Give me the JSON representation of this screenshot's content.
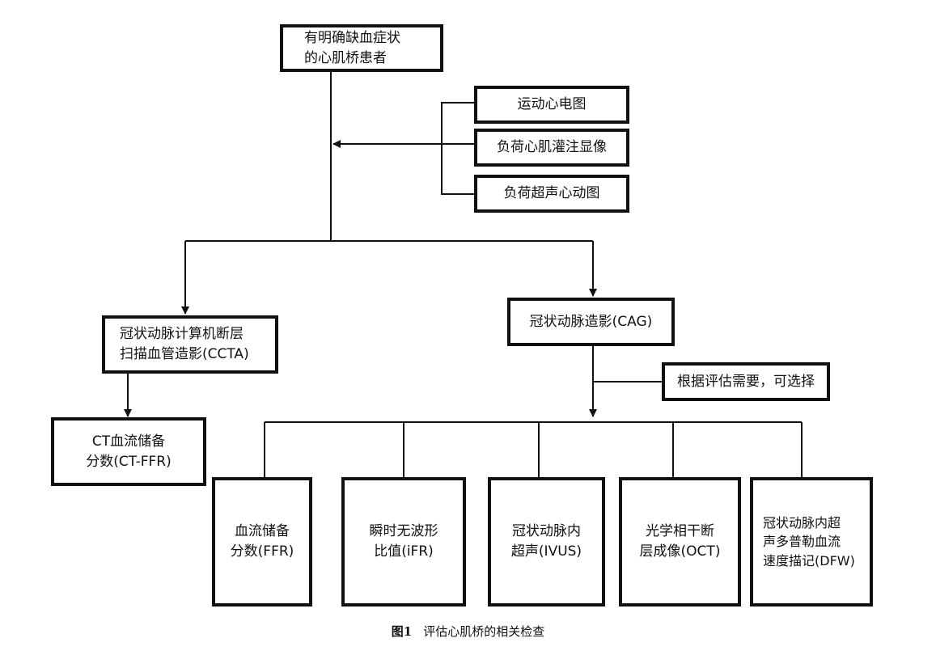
{
  "nodes": {
    "patient": "有明确缺血症状\n的心肌桥患者",
    "noninvasive": [
      "运动心电图",
      "负荷心肌灌注显像",
      "负荷超声心动图"
    ],
    "ccta": "冠状动脉计算机断层\n扫描血管造影(CCTA)",
    "ctffr": "CT血流储备\n分数(CT-FFR)",
    "cag": "冠状动脉造影(CAG)",
    "optional": "根据评估需要，可选择",
    "invasive": [
      "血流储备\n分数(FFR)",
      "瞬时无波形\n比值(iFR)",
      "冠状动脉内\n超声(IVUS)",
      "光学相干断\n层成像(OCT)",
      "冠状动脉内超\n声多普勒血流\n速度描记(DFW)"
    ]
  },
  "caption": {
    "number": "图1",
    "text": "评估心肌桥的相关检查"
  }
}
